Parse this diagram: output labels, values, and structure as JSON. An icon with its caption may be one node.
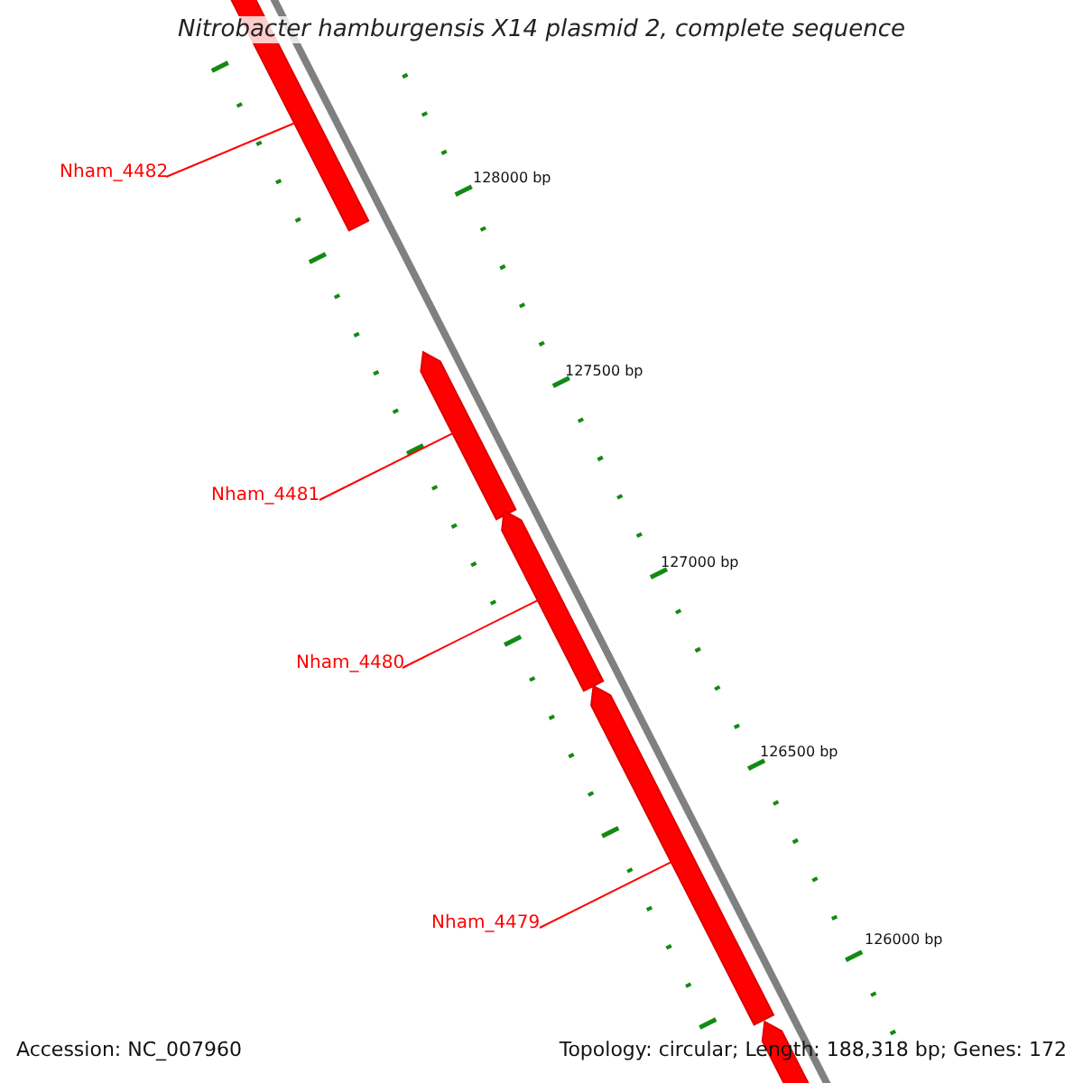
{
  "diagram": {
    "title": "Nitrobacter hamburgensis X14 plasmid 2, complete sequence",
    "nodes": [
      {
        "text": [
          "Nham_4482"
        ]
      },
      {
        "text": [],
        "shape": "arrow"
      },
      {
        "text": [
          "Nham_4481"
        ]
      },
      {
        "text": [],
        "shape": "arrow"
      },
      {
        "text": [
          "Nham_4480"
        ]
      },
      {
        "text": [],
        "shape": "arrow"
      },
      {
        "text": [
          "Nham_4479"
        ]
      },
      {
        "text": [],
        "shape": "arrow"
      },
      {
        "text": [],
        "shape": "arrow"
      }
    ],
    "edges": [
      {
        "from": 0,
        "to": 1,
        "arrow": "none"
      },
      {
        "from": 2,
        "to": 3,
        "arrow": "none"
      },
      {
        "from": 4,
        "to": 5,
        "arrow": "none"
      },
      {
        "from": 6,
        "to": 7,
        "arrow": "none"
      }
    ],
    "labels": [
      "128000 bp",
      "127500 bp",
      "127000 bp",
      "126500 bp",
      "126000 bp",
      "Accession: NC_007960",
      "Topology: circular; Length: 188,318 bp; Genes: 172"
    ]
  }
}
